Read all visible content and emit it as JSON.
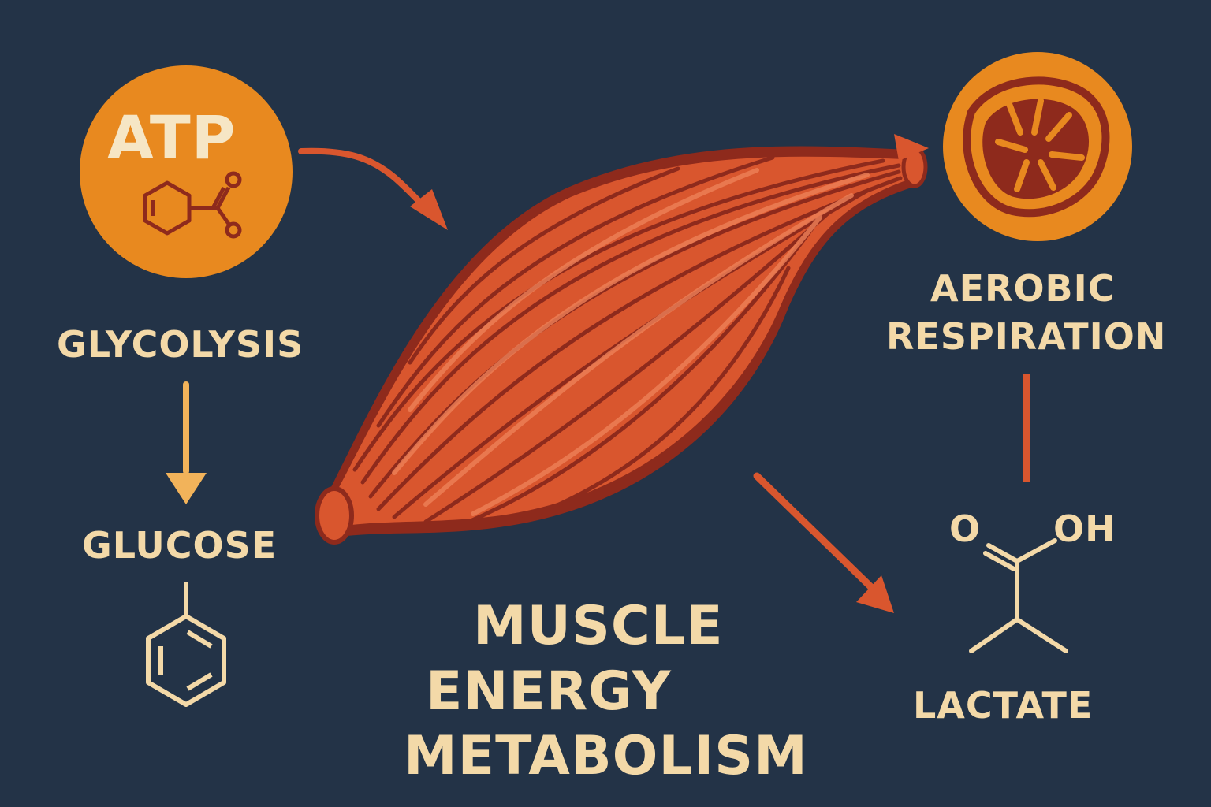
{
  "title": {
    "line1": "MUSCLE",
    "line2": "ENERGY",
    "line3": "METABOLISM"
  },
  "nodes": {
    "atp": "ATP",
    "glycolysis": "GLYCOLYSIS",
    "glucose": "GLUCOSE",
    "aerobic": "AEROBIC",
    "respiration": "RESPIRATION",
    "lactate": "LACTATE",
    "lactate_oxygen": "O",
    "lactate_hydroxyl": "OH"
  },
  "icons": [
    "atp-circle-icon",
    "benzoyl-structure-icon",
    "muscle-fiber-icon",
    "mitochondrion-icon",
    "benzene-ring-icon",
    "lactate-structure-icon"
  ],
  "colors": {
    "background": "#233347",
    "accent_orange": "#e8891f",
    "muscle": "#d9562e",
    "muscle_dark": "#8e2a1c",
    "arrow_red": "#d9562e",
    "arrow_gold": "#f2b35a",
    "text_cream": "#f3d9a8"
  }
}
